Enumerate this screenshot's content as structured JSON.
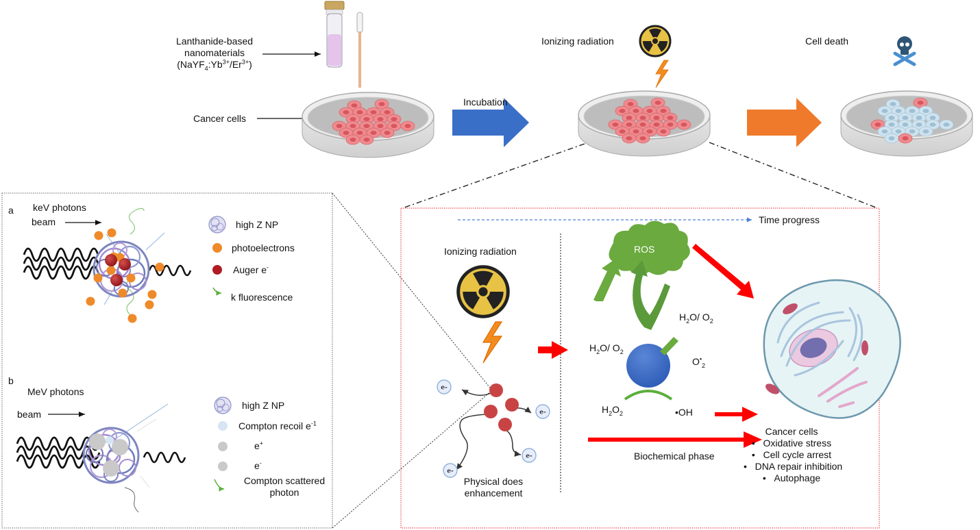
{
  "top_workflow": {
    "nanomaterial_label": [
      "Lanthanide-based",
      "nanomaterials",
      "(NaYF4:Yb3+/Er3+)"
    ],
    "nanomaterial_formula_parts": {
      "pre": "(NaYF",
      "sub": "4",
      "mid1": ":Yb",
      "sup1": "3+",
      "mid2": "/Er",
      "sup2": "3+",
      "post": ")"
    },
    "cancer_cells_label": "Cancer cells",
    "incubation_label": "Incubation",
    "ionizing_radiation_label": "Ionizing radiation",
    "cell_death_label": "Cell death",
    "colors": {
      "incubation_arrow": "#3a6fc8",
      "death_arrow": "#ef7a2b",
      "live_cell": "#e8737a",
      "dead_cell": "#b7d4e6",
      "hazard_yellow": "#e8c244"
    }
  },
  "panel_a": {
    "letter": "a",
    "title": "keV photons",
    "beam_label": "beam",
    "legend": [
      {
        "icon": "high-z-np-icon",
        "label": "high Z NP"
      },
      {
        "icon": "photoelectron-icon",
        "label": "photoelectrons",
        "color": "#ef8a2a"
      },
      {
        "icon": "auger-electron-icon",
        "label": "Auger e",
        "sup": "-",
        "color": "#b01c22"
      },
      {
        "icon": "k-fluorescence-icon",
        "label": "k fluorescence",
        "color": "#5cae3d"
      }
    ]
  },
  "panel_b": {
    "letter": "b",
    "title": "MeV photons",
    "beam_label": "beam",
    "legend": [
      {
        "icon": "high-z-np-icon",
        "label": "high Z NP"
      },
      {
        "icon": "compton-recoil-icon",
        "label": "Compton recoil e",
        "sup": "-1",
        "color": "#d6e4f4"
      },
      {
        "icon": "positron-icon",
        "label": "e",
        "sup": "+",
        "color": "#c9c9c9"
      },
      {
        "icon": "electron-icon",
        "label": "e",
        "sup": "-",
        "color": "#c9c9c9"
      },
      {
        "icon": "compton-scattered-icon",
        "label": "Compton scattered photon",
        "lines": [
          "Compton scattered",
          "photon"
        ],
        "color": "#5cae3d"
      }
    ]
  },
  "mechanism_panel": {
    "time_label": "Time progress",
    "physical": {
      "ionizing_radiation_label": "Ionizing radiation",
      "electron_label": "e-",
      "phase_label": [
        "Physical does",
        "enhancement"
      ]
    },
    "biochemical": {
      "ros_label": "ROS",
      "h2o_o2_label": "H2O/ O2",
      "o2_radical_label": "O•2",
      "h2o2_label": "H2O2",
      "oh_label": "•OH",
      "phase_label": "Biochemical phase"
    },
    "cancer_outcomes": {
      "title": "Cancer cells",
      "items": [
        "Oxidative stress",
        "Cell cycle arrest",
        "DNA repair inhibition",
        "Autophage"
      ]
    },
    "colors": {
      "frame": "#f05050",
      "time_arrow": "#4a7fd4",
      "red_arrow": "#ff0000",
      "ros_cloud": "#6aaa3e",
      "nanoparticle": "#3b6cc8"
    }
  }
}
